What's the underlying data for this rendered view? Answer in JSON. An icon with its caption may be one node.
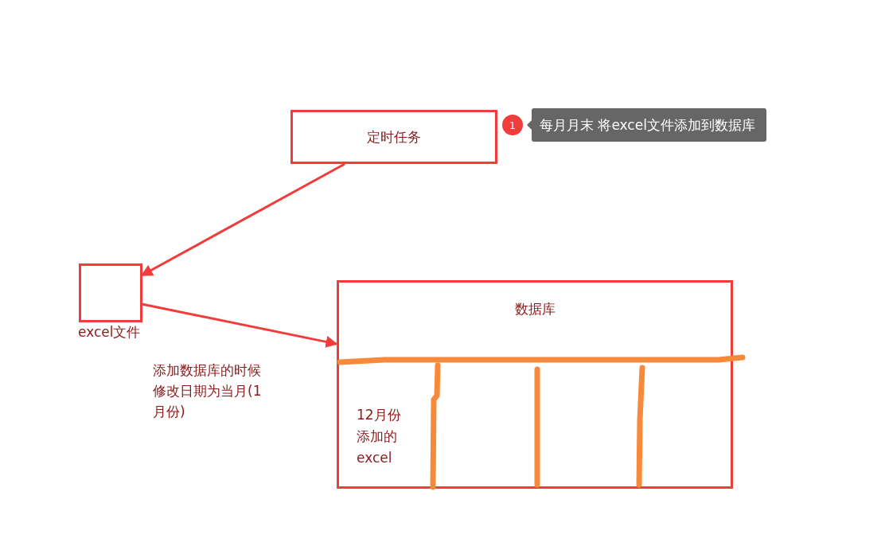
{
  "diagram": {
    "nodes": [
      {
        "text": [
          "定时任务"
        ]
      },
      {
        "text": [
          "excel文件"
        ]
      },
      {
        "text": [
          "数据库"
        ]
      }
    ],
    "edges": [
      {
        "from": 0,
        "to": 1,
        "arrow": "to"
      },
      {
        "from": 1,
        "to": 2,
        "arrow": "to",
        "label": "添加数据库的时候修改日期为当月(1月份)"
      }
    ],
    "labels": [
      "1",
      "每月月末 将excel文件添加到数据库",
      "12月份添加的excel"
    ]
  }
}
